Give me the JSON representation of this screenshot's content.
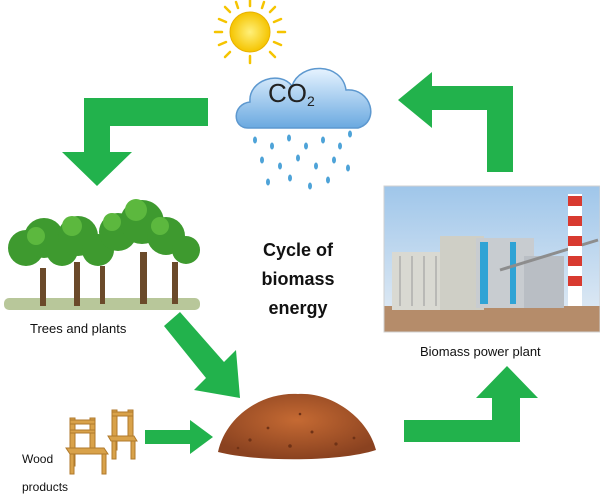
{
  "cloud": {
    "formula": "CO",
    "subscript": "2"
  },
  "center": {
    "line1": "Cycle of",
    "line2": "biomass",
    "line3": "energy"
  },
  "labels": {
    "trees": "Trees and plants",
    "power_plant": "Biomass power plant",
    "wood_line1": "Wood",
    "wood_line2": "products"
  },
  "colors": {
    "arrow": "#22b24c",
    "sun": "#f5c400",
    "cloud": "#7fb7e8",
    "rain": "#4ea3d8",
    "foliage": "#3e9a2f",
    "trunk": "#6b4a2a",
    "biomass": "#a9572a",
    "chair": "#d9a24a"
  }
}
